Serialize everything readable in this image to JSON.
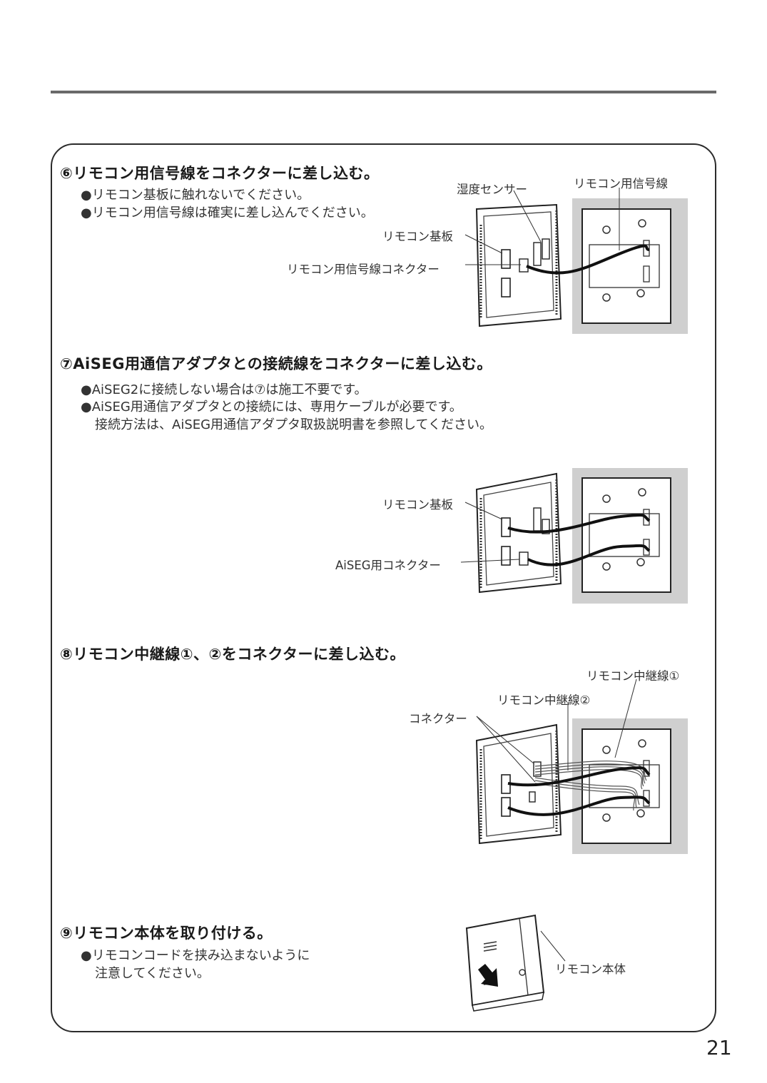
{
  "step6": {
    "title": "⑥リモコン用信号線をコネクターに差し込む。",
    "notes": [
      "●リモコン基板に触れないでください。",
      "●リモコン用信号線は確実に差し込んでください。"
    ],
    "labels": {
      "humidity_sensor": "湿度センサー",
      "signal_line": "リモコン用信号線",
      "board": "リモコン基板",
      "signal_connector": "リモコン用信号線コネクター"
    }
  },
  "step7": {
    "title": "⑦AiSEG用通信アダプタとの接続線をコネクターに差し込む。",
    "notes": [
      "●AiSEG2に接続しない場合は⑦は施工不要です。",
      "●AiSEG用通信アダプタとの接続には、専用ケーブルが必要です。",
      "接続方法は、AiSEG用通信アダプタ取扱説明書を参照してください。"
    ],
    "labels": {
      "board": "リモコン基板",
      "aiseg_connector": "AiSEG用コネクター"
    }
  },
  "step8": {
    "title": "⑧リモコン中継線①、②をコネクターに差し込む。",
    "labels": {
      "relay1": "リモコン中継線①",
      "relay2": "リモコン中継線②",
      "connector": "コネクター"
    }
  },
  "step9": {
    "title": "⑨リモコン本体を取り付ける。",
    "notes": [
      "●リモコンコードを挟み込まないように",
      "注意してください。"
    ],
    "labels": {
      "body": "リモコン本体"
    }
  },
  "page_number": "21"
}
